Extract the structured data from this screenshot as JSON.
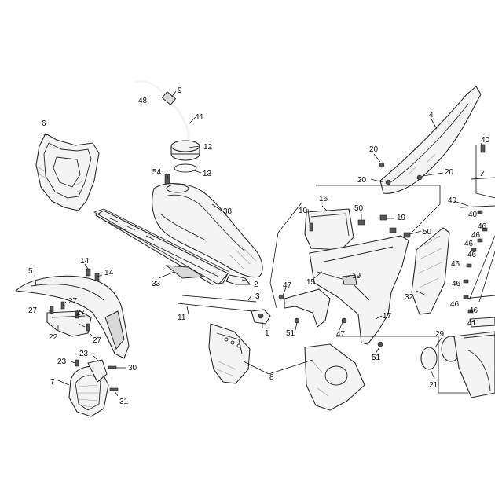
{
  "diagram": {
    "background": "#ffffff",
    "line_color": "#2a2a2a",
    "labels": [
      "1",
      "2",
      "3",
      "4",
      "5",
      "6",
      "7",
      "8",
      "9",
      "10",
      "11",
      "11",
      "12",
      "13",
      "14",
      "14",
      "15",
      "16",
      "17",
      "19",
      "19",
      "20",
      "20",
      "20",
      "21",
      "22",
      "23",
      "23",
      "27",
      "27",
      "27",
      "27",
      "29",
      "30",
      "31",
      "32",
      "33",
      "38",
      "40",
      "40",
      "40",
      "41",
      "46",
      "46",
      "46",
      "46",
      "46",
      "46",
      "46",
      "46",
      "47",
      "47",
      "48",
      "50",
      "50",
      "51",
      "51",
      "54"
    ]
  }
}
